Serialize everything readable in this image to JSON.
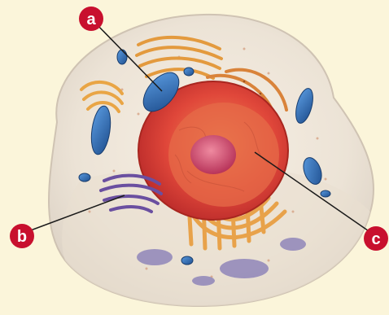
{
  "labels": {
    "a": "a",
    "b": "b",
    "c": "c"
  },
  "colors": {
    "background": "#fbf5da",
    "callout_fill": "#c8102e",
    "callout_text": "#ffffff",
    "cell_membrane": "#efe8dc",
    "nucleus": "#e0473a",
    "nucleolus": "#c63a5a",
    "mitochondria": "#2d6bb3",
    "golgi": "#6a4fa0",
    "endoplasmic_reticulum": "#e8a24a"
  },
  "icons": {
    "callout": "red-circle-label",
    "leader": "black-leader-line"
  }
}
